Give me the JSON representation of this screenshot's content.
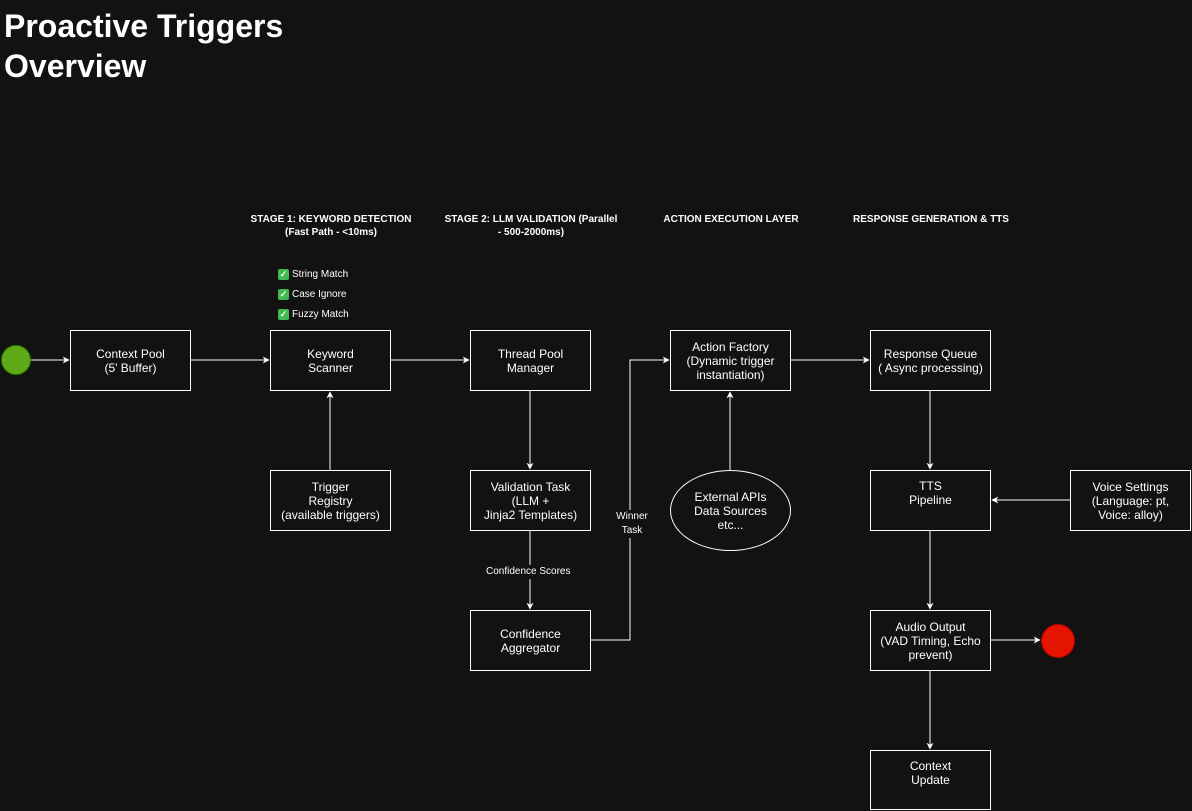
{
  "title": {
    "line1": "Proactive Triggers",
    "line2": "Overview"
  },
  "stages": {
    "stage1": {
      "line1": "STAGE 1: KEYWORD DETECTION",
      "line2": "(Fast Path - <10ms)"
    },
    "stage2": {
      "line1": "STAGE 2: LLM VALIDATION (Parallel",
      "line2": "- 500-2000ms)"
    },
    "stage3": {
      "line1": "ACTION EXECUTION LAYER"
    },
    "stage4": {
      "line1": "RESPONSE GENERATION & TTS"
    }
  },
  "checklist": [
    "String Match",
    "Case Ignore",
    "Fuzzy Match"
  ],
  "nodes": {
    "context_pool": {
      "line1": "Context Pool",
      "line2": "(5' Buffer)"
    },
    "keyword_scanner": {
      "line1": "Keyword",
      "line2": "Scanner"
    },
    "trigger_registry": {
      "line1": "Trigger",
      "line2": "Registry",
      "line3": "(available triggers)"
    },
    "thread_pool": {
      "line1": "Thread Pool",
      "line2": "Manager"
    },
    "validation_task": {
      "line1": "Validation Task",
      "line2": "(LLM +",
      "line3": "Jinja2 Templates)"
    },
    "confidence_aggregator": {
      "line1": "Confidence",
      "line2": "Aggregator"
    },
    "action_factory": {
      "line1": "Action Factory",
      "line2": "(Dynamic trigger",
      "line3": "instantiation)"
    },
    "external_apis": {
      "line1": "External APIs",
      "line2": "Data Sources",
      "line3": "etc..."
    },
    "response_queue": {
      "line1": "Response Queue",
      "line2": "( Async processing)"
    },
    "tts_pipeline": {
      "line1": "TTS",
      "line2": "Pipeline"
    },
    "voice_settings": {
      "line1": "Voice Settings",
      "line2": "(Language: pt,",
      "line3": "Voice: alloy)"
    },
    "audio_output": {
      "line1": "Audio Output",
      "line2": "(VAD Timing, Echo",
      "line3": "prevent)"
    },
    "context_update": {
      "line1": "Context",
      "line2": "Update"
    }
  },
  "edge_labels": {
    "confidence_scores": "Confidence Scores",
    "winner_task": {
      "line1": "Winner",
      "line2": "Task"
    }
  },
  "colors": {
    "background": "#121212",
    "stroke": "#ffffff",
    "start": "#60a917",
    "end": "#e51400",
    "check": "#3fb950"
  },
  "icons": {
    "check": "check-mark-icon"
  }
}
